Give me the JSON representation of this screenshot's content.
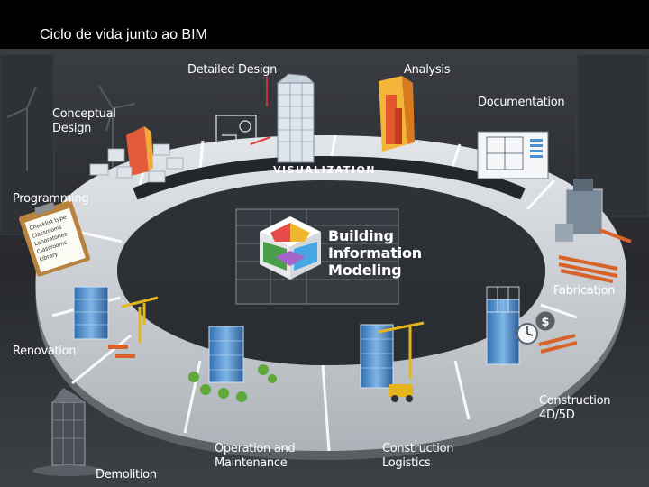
{
  "slide": {
    "title": "Ciclo de vida junto ao BIM"
  },
  "center": {
    "line1": "Building",
    "line2": "Information",
    "line3": "Modeling"
  },
  "ring": {
    "band_label": "VISUALIZATION"
  },
  "stages": {
    "detailed_design": "Detailed Design",
    "analysis": "Analysis",
    "documentation": "Documentation",
    "conceptual_design": "Conceptual\nDesign",
    "programming": "Programming",
    "fabrication": "Fabrication",
    "renovation": "Renovation",
    "construction_4d5d": "Construction\n4D/5D",
    "operation_maintenance": "Operation and\nMaintenance",
    "construction_logistics": "Construction\nLogistics",
    "demolition": "Demolition"
  },
  "checklist": {
    "lines": [
      "Checklist type",
      "Classrooms",
      "Laboratories",
      "Classrooms",
      "Library"
    ]
  },
  "colors": {
    "ring_surface": "#c9cdd2",
    "ring_band": "#23262b",
    "building_blue": "#4a8fd0",
    "building_glass": "#cfe0f2",
    "analysis_orange": "#e39a2a",
    "crane_yellow": "#e6b41f",
    "brick": "#d9622b"
  },
  "icons": [
    "bim-cube-icon",
    "clipboard-icon",
    "crane-icon",
    "clock-icon",
    "dollar-icon",
    "tree-icon",
    "drawing-sheet-icon"
  ]
}
